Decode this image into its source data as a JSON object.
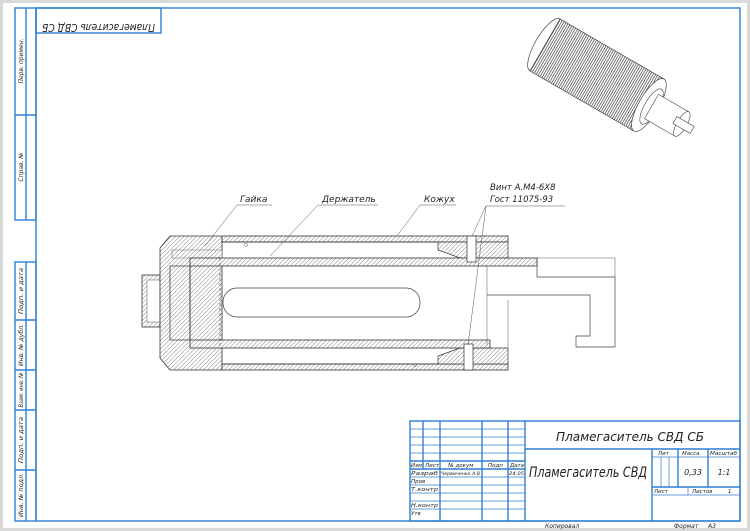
{
  "drawing": {
    "rotated_stamp": "Пламегаситель СВД СБ",
    "left_strip": {
      "top": [
        "Перв. примен.",
        "Справ. №"
      ],
      "bottom": [
        "Подп. и дата",
        "Инв. № дубл.",
        "Взам. инв. №",
        "Подп. и дата",
        "Инв. № подл."
      ]
    },
    "callouts": {
      "nut": "Гайка",
      "holder": "Держатель",
      "casing": "Кожух",
      "screw_line1": "Винт А.М4-6Х8",
      "screw_line2": "Гост 11075-93"
    }
  },
  "title_block": {
    "doc_code": "Пламегаситель СВД СБ",
    "name": "Пламегаситель СВД",
    "headers": {
      "izm": "Изм",
      "list": "Лист",
      "doc_no": "№ докум",
      "sign": "Подп",
      "date": "Дата"
    },
    "roles": {
      "developer": "Разраб",
      "checker": "Пров",
      "tech_control": "Т.контр",
      "norm_control": "Н.контр",
      "approved": "Утв"
    },
    "developer_name": "Червиченко А.В",
    "developer_date": "24.05",
    "lit_label": "Лит",
    "mass_label": "Масса",
    "scale_label": "Масштаб",
    "mass": "0,33",
    "scale": "1:1",
    "sheet_label": "Лист",
    "sheets_label": "Листов",
    "sheets": "1",
    "copied": "Копировал",
    "format_label": "Формат",
    "format": "А3"
  }
}
